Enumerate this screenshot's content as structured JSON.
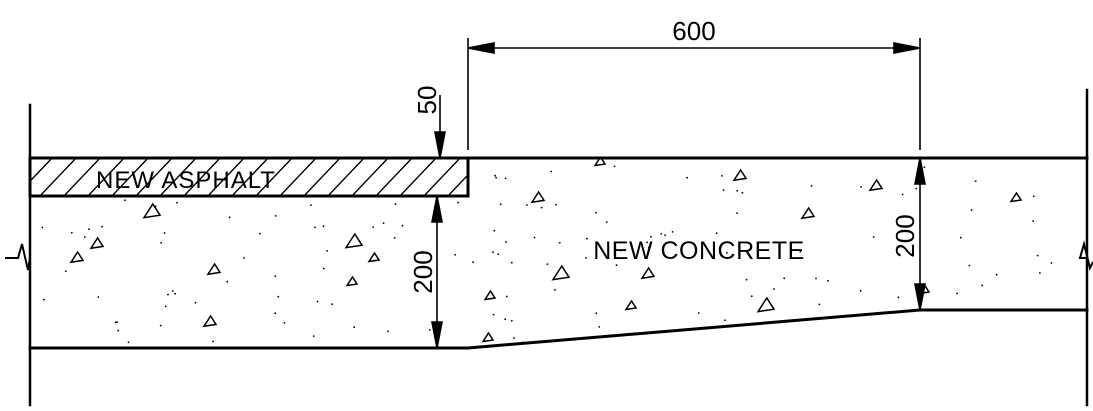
{
  "drawing": {
    "labels": {
      "asphalt": "NEW ASPHALT",
      "concrete": "NEW CONCRETE"
    },
    "dimensions": {
      "top_width": "600",
      "asphalt_thickness": "50",
      "left_depth": "200",
      "right_depth": "200"
    }
  }
}
